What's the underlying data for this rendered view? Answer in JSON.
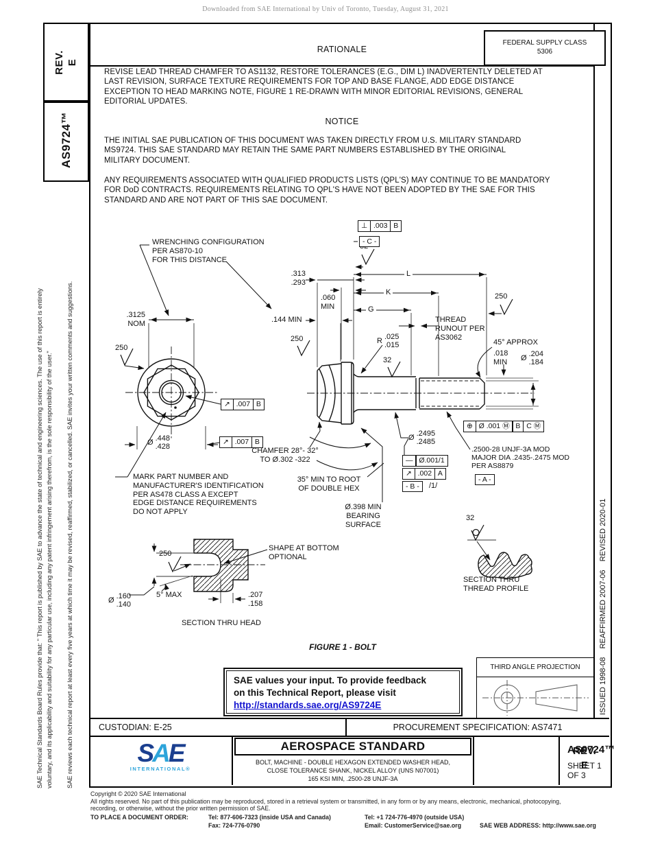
{
  "banner": "Downloaded from SAE International by Univ of Toronto, Tuesday, August 31, 2021",
  "left_tabs": {
    "rev": "REV.\nE",
    "doc": "AS9724™"
  },
  "side_notes": {
    "p1": "SAE Technical Standards Board Rules provide that: \" This report is published by SAE to advance the state of technical and engineering sciences. The use of this report is entirely\nvoluntary, and its applicability and suitability for any particular use, including any patent infringement arising therefrom, is the sole responsibility of the user.\"",
    "p2": "SAE reviews each technical report at least every five years at which time it may be revised, reaffirmed, stabilized, or cancelled. SAE invites your written comments and suggestions."
  },
  "revision_strip": "ISSUED 1998-08    REAFFIRMED 2007-06    REVISED 2020-01",
  "fsc": {
    "label": "FEDERAL SUPPLY CLASS",
    "value": "5306"
  },
  "rationale": {
    "title": "RATIONALE",
    "body": "REVISE LEAD THREAD CHAMFER TO AS1132, RESTORE TOLERANCES (E.G., DIM L) INADVERTENTLY DELETED AT\nLAST REVISION, SURFACE TEXTURE REQUIREMENTS FOR TOP AND BASE FLANGE, ADD EDGE DISTANCE\nEXCEPTION TO HEAD MARKING NOTE, FIGURE 1 RE-DRAWN WITH MINOR EDITORIAL REVISIONS, GENERAL\nEDITORIAL UPDATES."
  },
  "notice": {
    "title": "NOTICE",
    "p1": "THE INITIAL SAE PUBLICATION OF THIS DOCUMENT WAS TAKEN DIRECTLY FROM U.S. MILITARY STANDARD\nMS9724. THIS SAE STANDARD MAY RETAIN THE SAME PART NUMBERS ESTABLISHED BY THE ORIGINAL\nMILITARY DOCUMENT.",
    "p2": "ANY REQUIREMENTS ASSOCIATED WITH QUALIFIED PRODUCTS LISTS (QPL'S) MAY CONTINUE TO BE MANDATORY\nFOR DoD CONTRACTS. REQUIREMENTS RELATING TO QPL'S HAVE NOT BEEN ADOPTED BY THE SAE FOR THIS\nSTANDARD AND ARE NOT PART OF THIS SAE DOCUMENT."
  },
  "figure": {
    "caption": "FIGURE 1 - BOLT",
    "labels": {
      "wrenching_note": "WRENCHING CONFIGURATION\nPER AS870-10\nFOR THIS DISTANCE",
      "dim_3125": ".3125\nNOM",
      "dim_313": ".313\n.293",
      "dim_060": ".060\nMIN",
      "dim_144": ".144 MIN",
      "dim_L": "L",
      "dim_K": "K",
      "dim_G": "G",
      "thread_runout": "THREAD\nRUNOUT PER\nAS3062",
      "deg45": "45° APPROX",
      "dim_018": ".018\nMIN",
      "mark_note": "MARK PART NUMBER AND\nMANUFACTURER'S IDENTIFICATION\nPER AS478 CLASS A EXCEPT\nEDGE DISTANCE REQUIREMENTS\nDO NOT APPLY",
      "chamfer_note": "CHAMFER 28°- 32°\nTO Ø.302 -322",
      "deg35": "35° MIN TO ROOT\nOF DOUBLE HEX",
      "bearing": "Ø.398 MIN\nBEARING\nSURFACE",
      "thread_spec": ".2500-28 UNJF-3A MOD\nMAJOR DIA .2435-.2475 MOD\nPER AS8879",
      "shape_note": "SHAPE AT BOTTOM\nOPTIONAL",
      "deg5": "5° MAX",
      "dim_207": ".207\n.158",
      "section_head": "SECTION THRU HEAD",
      "section_thread": "SECTION THRU\nTHREAD PROFILE",
      "datum_a": "- A -",
      "datum_b": "- B -",
      "datum_b_note": "/1/",
      "datum_c": "- C -"
    },
    "finish": {
      "f250": "250",
      "f32": "32"
    },
    "dims": {
      "dia_448": {
        "prefix": "Ø",
        "values": ".448\n.428"
      },
      "dia_204": {
        "prefix": "Ø",
        "values": ".204\n.184"
      },
      "dia_2495": {
        "prefix": "Ø",
        "values": ".2495\n.2485"
      },
      "dia_160": {
        "prefix": "Ø",
        "values": ".160\n.140"
      },
      "fillet_r": {
        "prefix": "R",
        "values": ".025\n.015"
      }
    },
    "fcf": {
      "perp_003": {
        "sym": "⊥",
        "tol": ".003",
        "datum": "B"
      },
      "runout_007": {
        "sym": "↗",
        "tol": ".007",
        "datum": "B"
      },
      "position": {
        "sym": "⊕",
        "tol": "Ø .001 Ⓜ",
        "d1": "B",
        "d2": "C Ⓜ"
      },
      "straight_001": {
        "sym": "—",
        "tol": "Ø.001/1"
      },
      "runout_002": {
        "sym": "↗",
        "tol": ".002",
        "datum": "A"
      }
    }
  },
  "feedback": {
    "line1": "SAE values your input. To provide feedback",
    "line2": "on this Technical Report, please visit",
    "link": "http://standards.sae.org/AS9724E"
  },
  "projection": {
    "label": "THIRD ANGLE PROJECTION"
  },
  "title_block": {
    "custodian": "CUSTODIAN: E-25",
    "procurement": "PROCUREMENT SPECIFICATION: AS7471",
    "heading": "AEROSPACE STANDARD",
    "subtitle": "BOLT, MACHINE - DOUBLE HEXAGON EXTENDED WASHER HEAD,\nCLOSE TOLERANCE SHANK, NICKEL ALLOY  (UNS N07001)\n165 KSI MIN, .2500-28 UNJF-3A",
    "doc_number": "AS9724™",
    "sheet": "SHEET 1 OF 3",
    "rev_label": "REV.",
    "rev_value": "E",
    "logo": {
      "s": "S",
      "a": "A",
      "e": "E",
      "sub": "INTERNATIONAL®"
    }
  },
  "footer": {
    "copyright": "Copyright © 2020 SAE International",
    "rights": "All rights reserved. No part of this publication may be reproduced, stored in a retrieval system or transmitted, in any form or by any means, electronic, mechanical, photocopying,\nrecording, or otherwise, without the prior written permission of SAE.",
    "order_label": "TO PLACE A DOCUMENT ORDER:",
    "tel1": "Tel: 877-606-7323 (inside USA and Canada)",
    "tel2": "Tel: +1 724-776-4970 (outside USA)",
    "fax": "Fax: 724-776-0790",
    "email": "Email: CustomerService@sae.org",
    "web": "SAE WEB ADDRESS: http://www.sae.org"
  },
  "colors": {
    "link_blue": "#1212cf",
    "sae_navy": "#1b3f8f",
    "sae_cyan": "#2da4da",
    "banner_gray": "#8f8f8f"
  }
}
